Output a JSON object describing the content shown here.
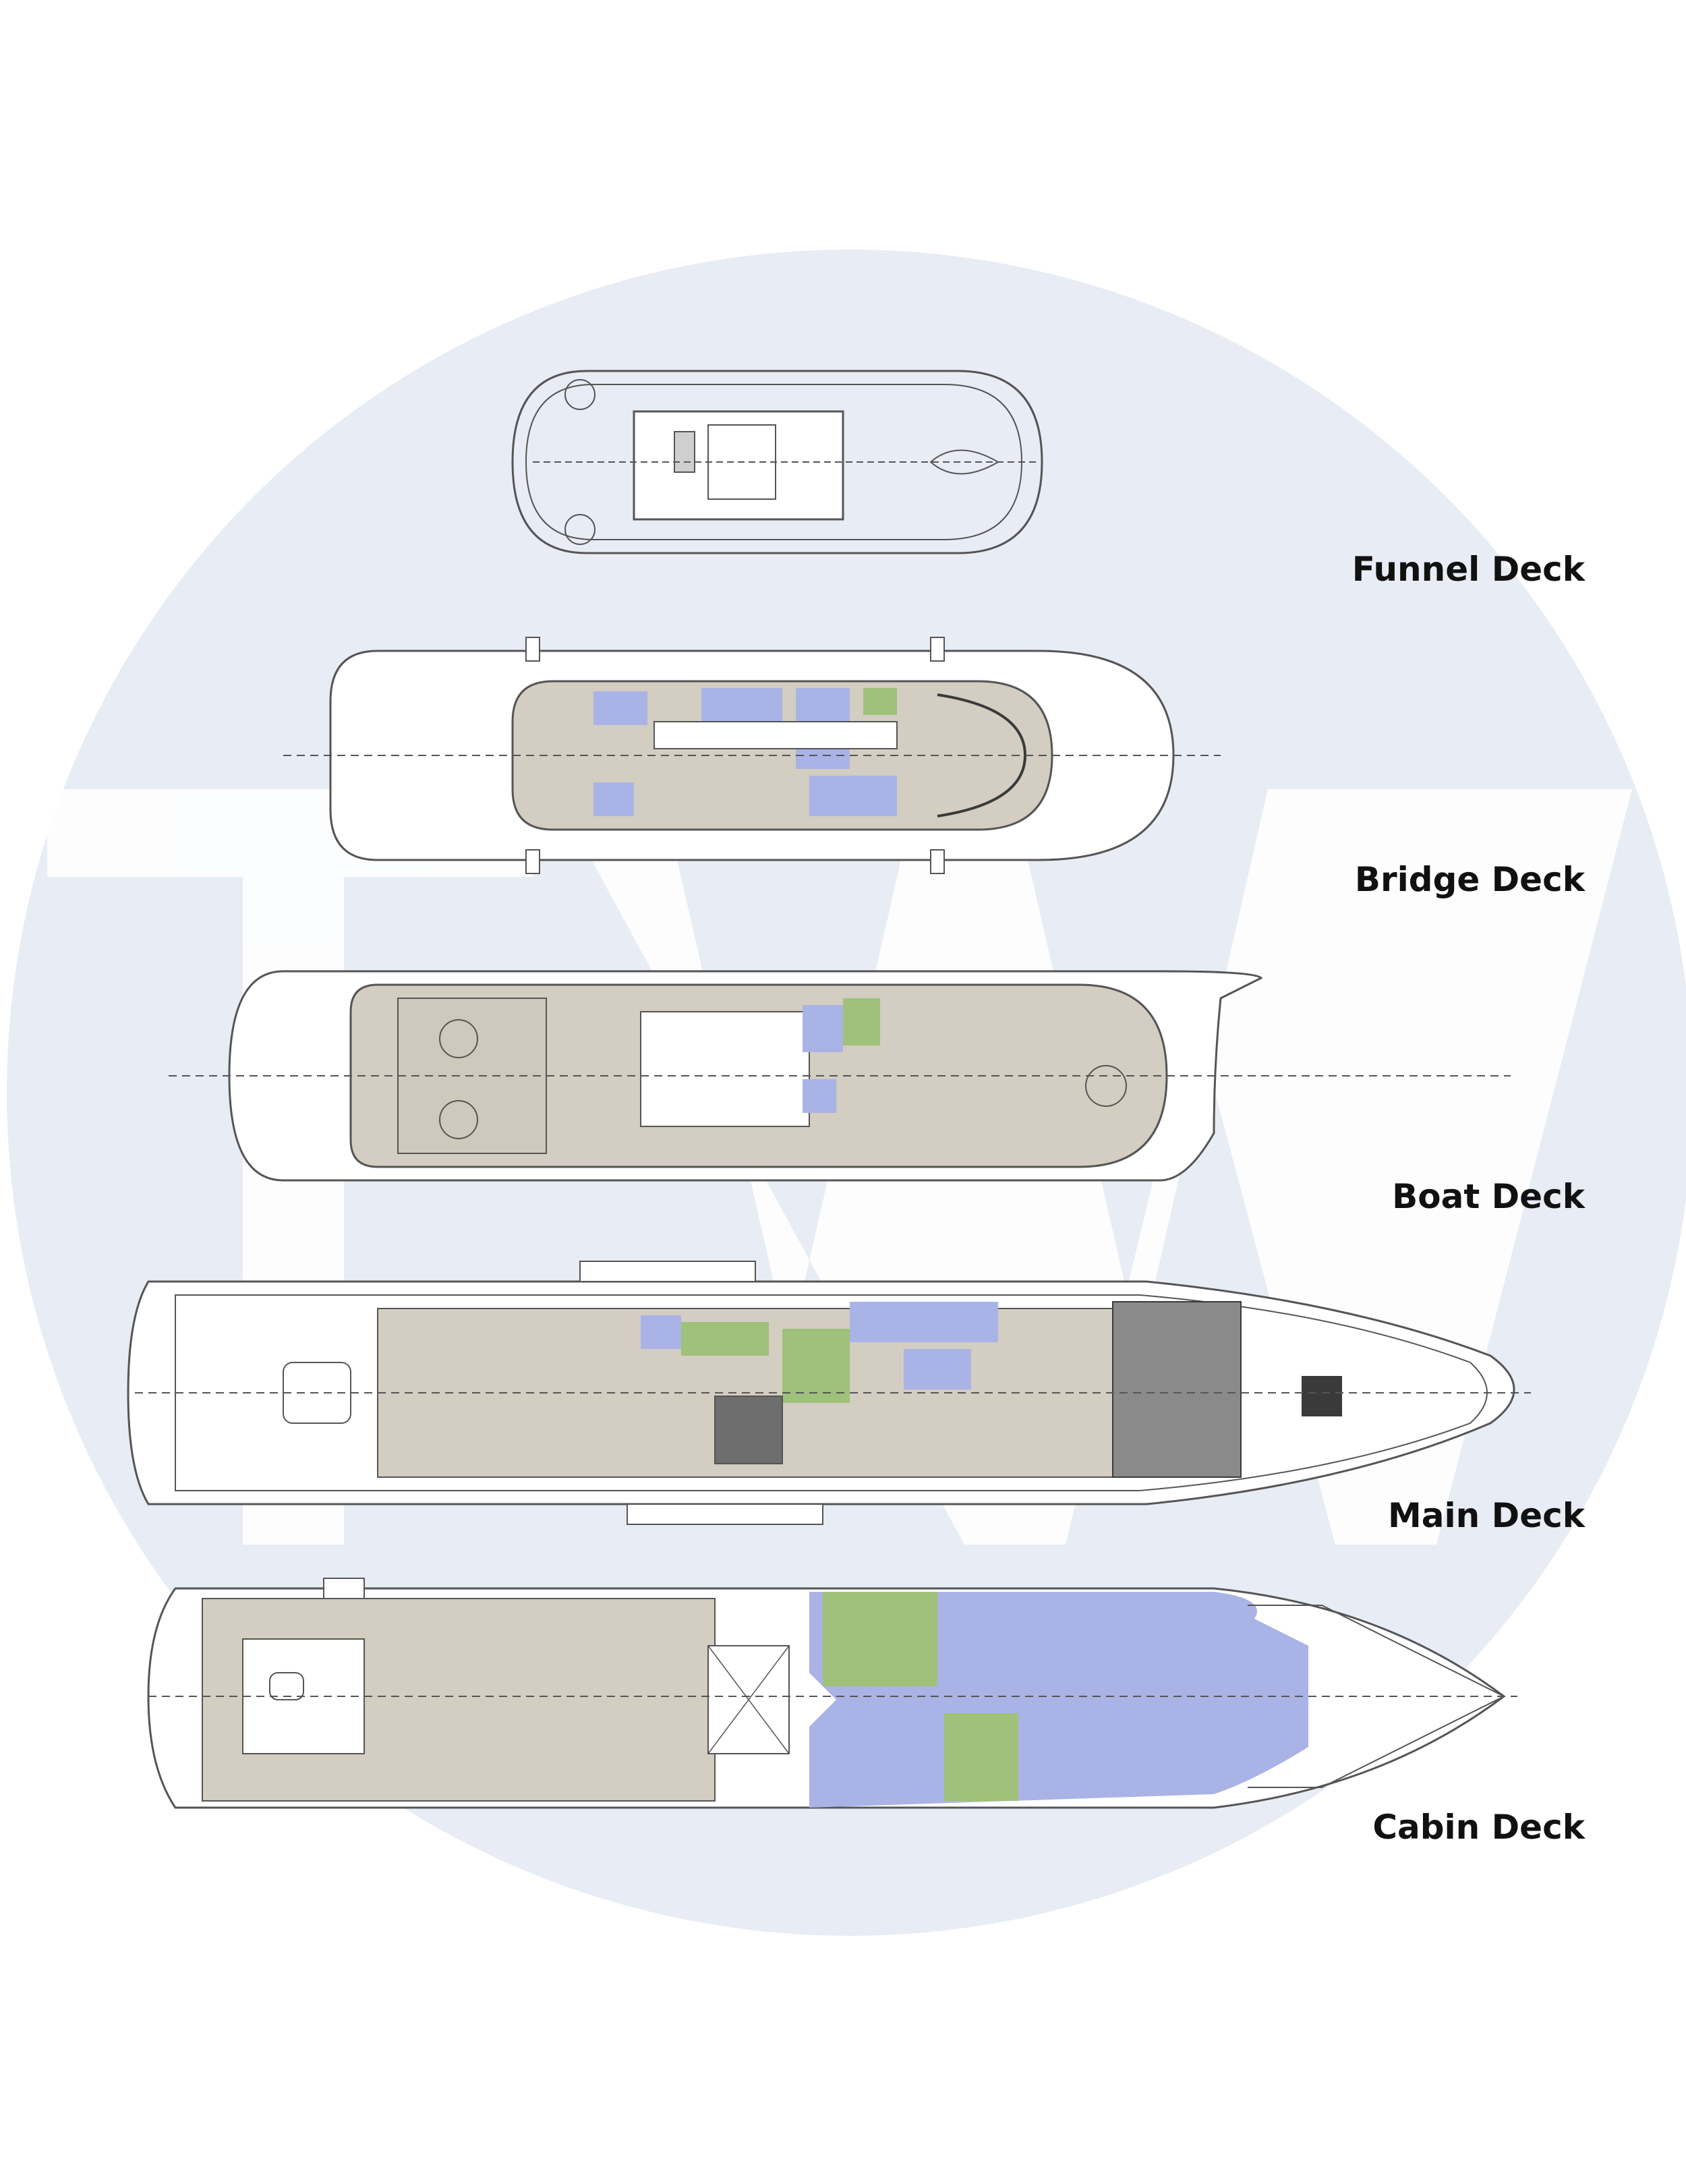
{
  "colors": {
    "watermark_circle": "#e8ecf5",
    "watermark_letters": "#ffffff",
    "hull_line": "#555555",
    "guest_area": "#d3cdc2",
    "crew_area": "#a9b3e6",
    "service_area": "#9fc17a",
    "dark_detail": "#3a3a3a"
  },
  "watermark": {
    "text": "TW",
    "icon": "tw-watermark-logo"
  },
  "decks": [
    {
      "id": "funnel",
      "label": "Funnel Deck"
    },
    {
      "id": "bridge",
      "label": "Bridge Deck"
    },
    {
      "id": "boat",
      "label": "Boat Deck"
    },
    {
      "id": "main",
      "label": "Main Deck"
    },
    {
      "id": "cabin",
      "label": "Cabin Deck"
    }
  ]
}
